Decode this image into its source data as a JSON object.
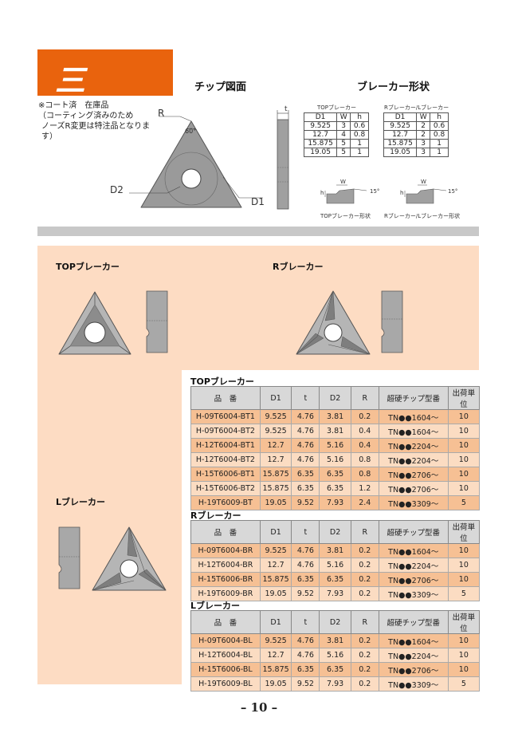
{
  "header": {
    "title": "三　角"
  },
  "note_lines": [
    "※コート済　在庫品",
    "（コーティング済みのため",
    "ノーズR変更は特注品となります）"
  ],
  "sections": {
    "chip_drawing": "チップ図面",
    "breaker_shape": "ブレーカー形状"
  },
  "drawing_labels": {
    "r": "R",
    "angle": "60°",
    "d1": "D1",
    "d2": "D2",
    "t": "t"
  },
  "breaker_tables": {
    "top": {
      "caption": "TOPブレーカー",
      "headers": [
        "D1",
        "W",
        "h"
      ],
      "rows": [
        [
          "9.525",
          "3",
          "0.6"
        ],
        [
          "12.7",
          "4",
          "0.8"
        ],
        [
          "15.875",
          "5",
          "1"
        ],
        [
          "19.05",
          "5",
          "1"
        ]
      ]
    },
    "rl": {
      "caption": "Rブレーカー/Lブレーカー",
      "headers": [
        "D1",
        "W",
        "h"
      ],
      "rows": [
        [
          "9.525",
          "2",
          "0.6"
        ],
        [
          "12.7",
          "2",
          "0.8"
        ],
        [
          "15.875",
          "3",
          "1"
        ],
        [
          "19.05",
          "3",
          "1"
        ]
      ]
    }
  },
  "shape_labels": {
    "w": "W",
    "h": "h",
    "angle": "15°",
    "top_caption": "TOPブレーカー形状",
    "rl_caption": "Rブレーカー/Lブレーカー形状"
  },
  "panel_labels": {
    "top": "TOPブレーカー",
    "r": "Rブレーカー",
    "l": "Lブレーカー"
  },
  "spec_headers": [
    "品　番",
    "D1",
    "t",
    "D2",
    "R",
    "超硬チップ型番",
    "出荷単位"
  ],
  "spec_tables": [
    {
      "title": "TOPブレーカー",
      "rows": [
        [
          "H-09T6004-BT1",
          "9.525",
          "4.76",
          "3.81",
          "0.2",
          "TN●●1604～",
          "10"
        ],
        [
          "H-09T6004-BT2",
          "9.525",
          "4.76",
          "3.81",
          "0.4",
          "TN●●1604～",
          "10"
        ],
        [
          "H-12T6004-BT1",
          "12.7",
          "4.76",
          "5.16",
          "0.4",
          "TN●●2204～",
          "10"
        ],
        [
          "H-12T6004-BT2",
          "12.7",
          "4.76",
          "5.16",
          "0.8",
          "TN●●2204～",
          "10"
        ],
        [
          "H-15T6006-BT1",
          "15.875",
          "6.35",
          "6.35",
          "0.8",
          "TN●●2706～",
          "10"
        ],
        [
          "H-15T6006-BT2",
          "15.875",
          "6.35",
          "6.35",
          "1.2",
          "TN●●2706～",
          "10"
        ],
        [
          "H-19T6009-BT",
          "19.05",
          "9.52",
          "7.93",
          "2.4",
          "TN●●3309～",
          "5"
        ]
      ]
    },
    {
      "title": "Rブレーカー",
      "rows": [
        [
          "H-09T6004-BR",
          "9.525",
          "4.76",
          "3.81",
          "0.2",
          "TN●●1604～",
          "10"
        ],
        [
          "H-12T6004-BR",
          "12.7",
          "4.76",
          "5.16",
          "0.2",
          "TN●●2204～",
          "10"
        ],
        [
          "H-15T6006-BR",
          "15.875",
          "6.35",
          "6.35",
          "0.2",
          "TN●●2706～",
          "10"
        ],
        [
          "H-19T6009-BR",
          "19.05",
          "9.52",
          "7.93",
          "0.2",
          "TN●●3309～",
          "5"
        ]
      ]
    },
    {
      "title": "Lブレーカー",
      "rows": [
        [
          "H-09T6004-BL",
          "9.525",
          "4.76",
          "3.81",
          "0.2",
          "TN●●1604～",
          "10"
        ],
        [
          "H-12T6004-BL",
          "12.7",
          "4.76",
          "5.16",
          "0.2",
          "TN●●2204～",
          "10"
        ],
        [
          "H-15T6006-BL",
          "15.875",
          "6.35",
          "6.35",
          "0.2",
          "TN●●2706～",
          "10"
        ],
        [
          "H-19T6009-BL",
          "19.05",
          "9.52",
          "7.93",
          "0.2",
          "TN●●3309～",
          "5"
        ]
      ]
    }
  ],
  "page_number": "– 10 –"
}
